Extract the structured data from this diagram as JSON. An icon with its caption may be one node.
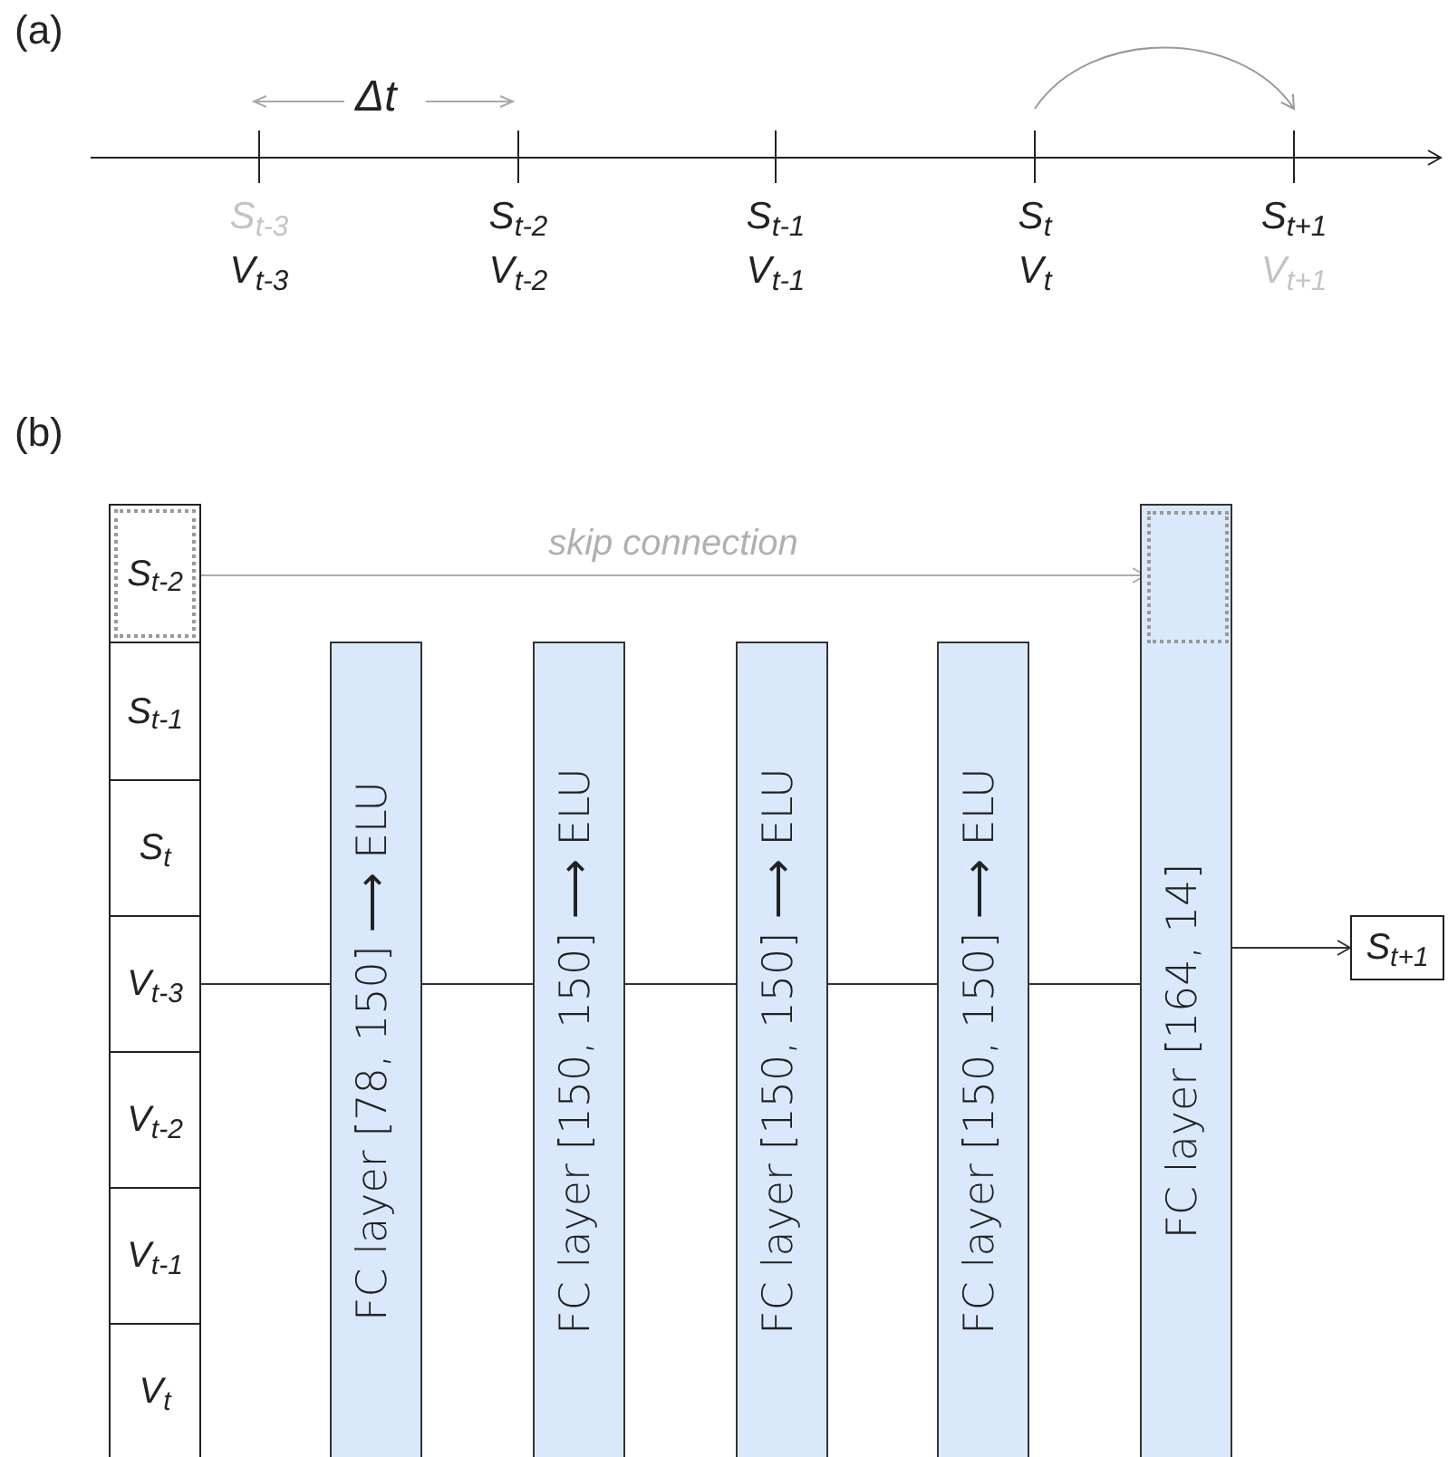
{
  "diagram": {
    "nodes": [
      {
        "text": [
          "S$_{t-3}$",
          "V$_{t-3}$"
        ]
      },
      {
        "text": [
          "S$_{t-2}$",
          "V$_{t-2}$"
        ]
      },
      {
        "text": [
          "S$_{t-1}$",
          "V$_{t-1}$"
        ]
      },
      {
        "text": [
          "S$_{t}$",
          "V$_{t}$"
        ]
      },
      {
        "text": [
          "S$_{t+1}$",
          "V$_{t+1}$"
        ]
      },
      {
        "text": [
          "S$_{t-2}$"
        ]
      },
      {
        "text": [
          "S$_{t-1}$"
        ]
      },
      {
        "text": [
          "S$_{t}$"
        ]
      },
      {
        "text": [
          "V$_{t-3}$"
        ]
      },
      {
        "text": [
          "V$_{t-2}$"
        ]
      },
      {
        "text": [
          "V$_{t-1}$"
        ]
      },
      {
        "text": [
          "V$_{t}$"
        ]
      },
      {
        "text": [
          "FC layer [78, 150] ⟶ ELU"
        ]
      },
      {
        "text": [
          "FC layer [150, 150] ⟶ ELU"
        ]
      },
      {
        "text": [
          "FC layer [150, 150] ⟶ ELU"
        ]
      },
      {
        "text": [
          "FC layer [150, 150] ⟶ ELU"
        ]
      },
      {
        "text": [
          "FC layer [164, 14]"
        ]
      },
      {
        "text": [],
        "shape": "box",
        "in": 16
      },
      {
        "text": [
          "S$_{t+1}$"
        ]
      }
    ],
    "edges": [
      {
        "from": 3,
        "to": 4,
        "arrow": "to",
        "color": "#999999"
      },
      {
        "from": 5,
        "to": 17,
        "arrow": "to",
        "label": "skip connection",
        "color": "#aaaaaa"
      },
      {
        "from": 8,
        "to": 12,
        "arrow": "none"
      },
      {
        "from": 12,
        "to": 13,
        "arrow": "none"
      },
      {
        "from": 13,
        "to": 14,
        "arrow": "none"
      },
      {
        "from": 14,
        "to": 15,
        "arrow": "none"
      },
      {
        "from": 15,
        "to": 16,
        "arrow": "none"
      },
      {
        "from": 16,
        "to": 18,
        "arrow": "to"
      }
    ],
    "labels": [
      "(a)",
      "Δt",
      "(b)"
    ]
  }
}
